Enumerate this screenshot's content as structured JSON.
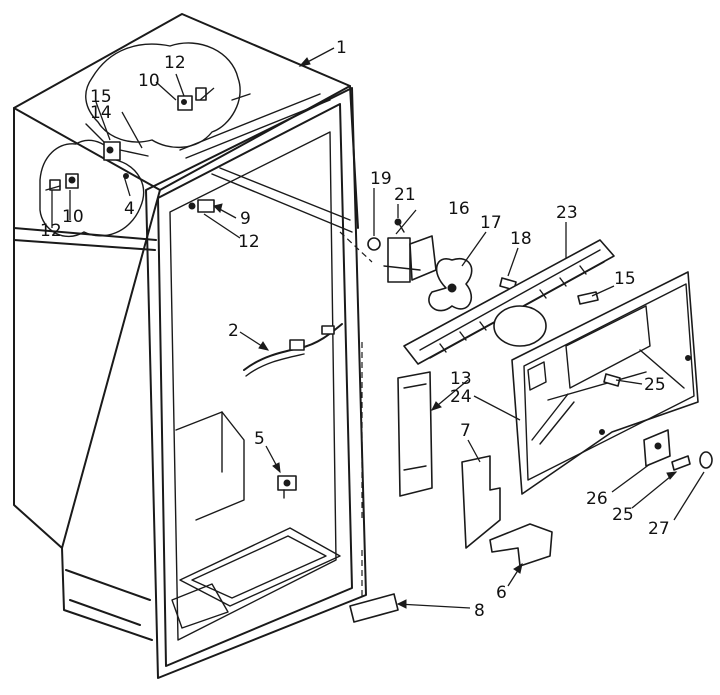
{
  "diagram": {
    "callouts": [
      {
        "id": "c1",
        "text": "1"
      },
      {
        "id": "c2",
        "text": "2"
      },
      {
        "id": "c4",
        "text": "4"
      },
      {
        "id": "c5",
        "text": "5"
      },
      {
        "id": "c6",
        "text": "6"
      },
      {
        "id": "c7",
        "text": "7"
      },
      {
        "id": "c8",
        "text": "8"
      },
      {
        "id": "c9",
        "text": "9"
      },
      {
        "id": "c10a",
        "text": "10"
      },
      {
        "id": "c10b",
        "text": "10"
      },
      {
        "id": "c12a",
        "text": "12"
      },
      {
        "id": "c12b",
        "text": "12"
      },
      {
        "id": "c12c",
        "text": "12"
      },
      {
        "id": "c13",
        "text": "13"
      },
      {
        "id": "c14",
        "text": "14"
      },
      {
        "id": "c15a",
        "text": "15"
      },
      {
        "id": "c15b",
        "text": "15"
      },
      {
        "id": "c16",
        "text": "16"
      },
      {
        "id": "c17",
        "text": "17"
      },
      {
        "id": "c18",
        "text": "18"
      },
      {
        "id": "c19",
        "text": "19"
      },
      {
        "id": "c21",
        "text": "21"
      },
      {
        "id": "c23",
        "text": "23"
      },
      {
        "id": "c24",
        "text": "24"
      },
      {
        "id": "c25a",
        "text": "25"
      },
      {
        "id": "c25b",
        "text": "25"
      },
      {
        "id": "c26",
        "text": "26"
      },
      {
        "id": "c27",
        "text": "27"
      }
    ]
  }
}
